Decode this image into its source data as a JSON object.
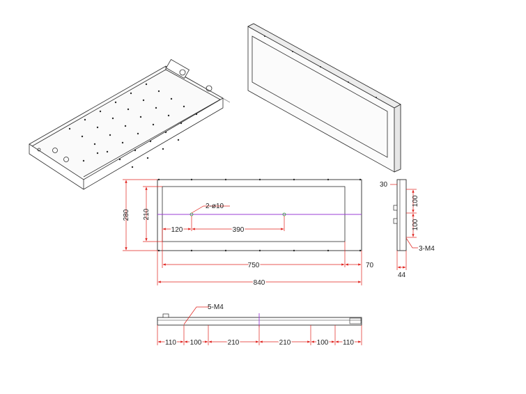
{
  "colors": {
    "outline": "#2a2a2a",
    "dimension": "#e0201b",
    "centerline": "#9b3cd6",
    "hole": "#2e9e3a",
    "background": "#ffffff"
  },
  "front_view": {
    "dims": {
      "overall_width": "840",
      "window_width": "750",
      "side_margin": "70",
      "overall_height": "280",
      "window_height": "210",
      "hole_offset": "120",
      "hole_spacing": "390"
    },
    "notes": {
      "holes": "2-ø10"
    }
  },
  "side_view": {
    "dims": {
      "top_offset": "30",
      "spacing_top": "100",
      "spacing_bottom": "100",
      "depth": "44"
    },
    "notes": {
      "screws": "3-M4"
    }
  },
  "bottom_view": {
    "dims": [
      "110",
      "100",
      "210",
      "210",
      "100",
      "110"
    ],
    "notes": {
      "screws": "5-M4"
    }
  }
}
